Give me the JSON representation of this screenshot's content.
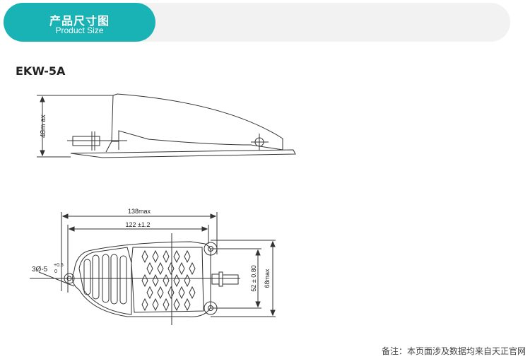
{
  "header": {
    "title_zh": "产品尺寸图",
    "title_en": "Product Size"
  },
  "model": "EKW-5A",
  "side_view": {
    "height_label": "48m ax"
  },
  "top_view": {
    "overall_length": "138max",
    "mount_length": "122 ±1.2",
    "hole_label": "3Ø-5",
    "hole_tol_upper": "+0.5",
    "hole_tol_lower": "0",
    "mount_width": "52 ± 0.80",
    "overall_width": "68max"
  },
  "footer_note": "备注：本页面涉及数据均来自天正官网"
}
